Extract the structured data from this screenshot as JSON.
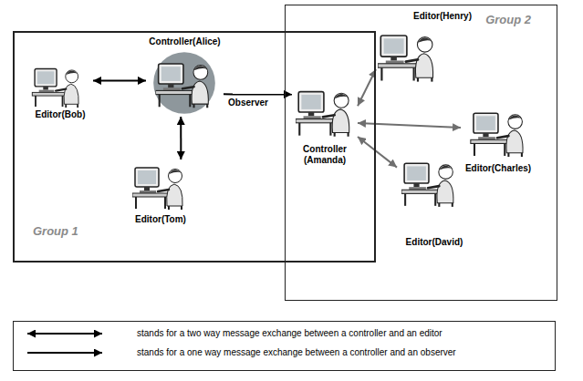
{
  "diagram": {
    "nodes": [
      {
        "text": [
          "Group 1"
        ]
      },
      {
        "text": [
          "Controller(Alice)"
        ],
        "in": 0
      },
      {
        "text": [
          "Editor(Bob)"
        ],
        "in": 0
      },
      {
        "text": [
          "Editor(Tom)"
        ],
        "in": 0
      },
      {
        "text": [
          "Group 2"
        ]
      },
      {
        "text": [
          "Controller (Amanda)"
        ],
        "in": 4
      },
      {
        "text": [
          "Editor(Henry)"
        ],
        "in": 4
      },
      {
        "text": [
          "Editor(Charles)"
        ],
        "in": 4
      },
      {
        "text": [
          "Editor(David)"
        ],
        "in": 4
      }
    ],
    "edges": [
      {
        "from": 2,
        "to": 1,
        "arrow": "both"
      },
      {
        "from": 1,
        "to": 3,
        "arrow": "both"
      },
      {
        "from": 1,
        "to": 5,
        "arrow": "to",
        "label": "Observer"
      },
      {
        "from": 5,
        "to": 6,
        "arrow": "both"
      },
      {
        "from": 5,
        "to": 7,
        "arrow": "both"
      },
      {
        "from": 5,
        "to": 8,
        "arrow": "both"
      }
    ],
    "legend": [
      {
        "text": "stands for a two way message exchange between a controller and an editor"
      },
      {
        "text": "stands for a one way message exchange between a controller and an observer"
      }
    ]
  }
}
